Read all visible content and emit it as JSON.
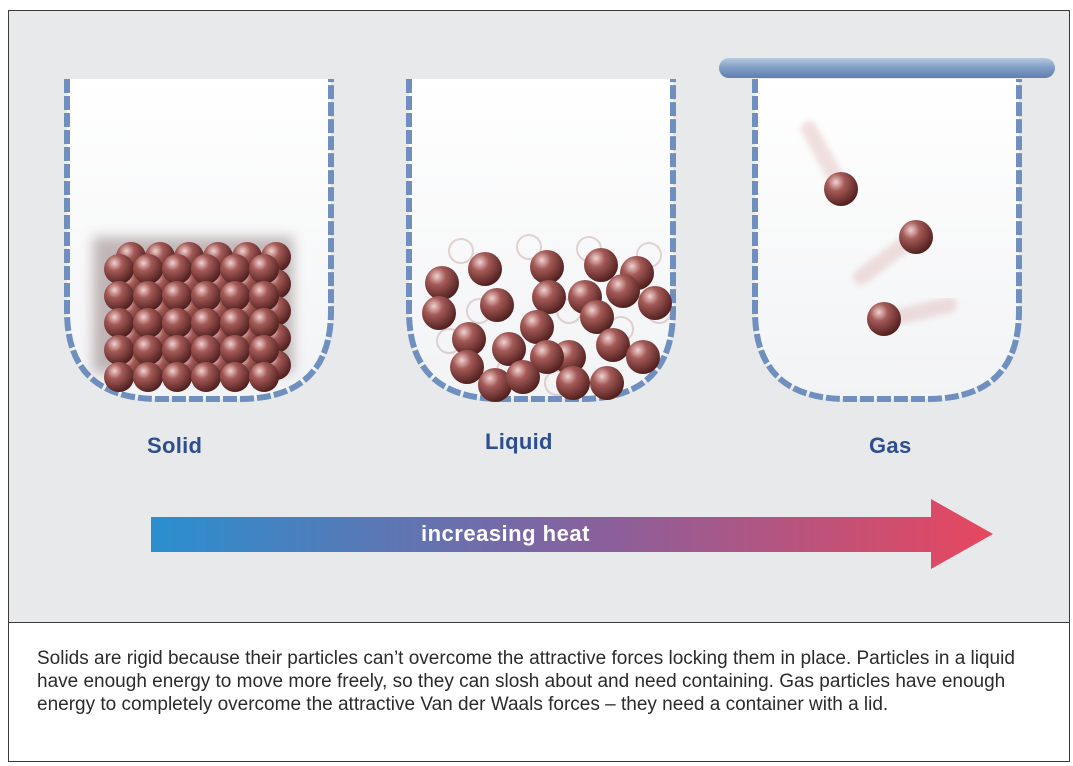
{
  "states": {
    "solid": {
      "label": "Solid"
    },
    "liquid": {
      "label": "Liquid"
    },
    "gas": {
      "label": "Gas"
    }
  },
  "arrow": {
    "label": "increasing heat",
    "start_color": "#2a8fcf",
    "end_color": "#e8475e"
  },
  "particle_color": "#7a3a38",
  "container_color": "#6f90bf",
  "caption": "Solids are rigid because their particles can’t overcome the attractive forces locking them in place. Particles in a liquid have enough energy to move more freely, so they can slosh about and need containing. Gas particles have enough energy to completely overcome the attractive Van der Waals forces – they need a container with a lid."
}
